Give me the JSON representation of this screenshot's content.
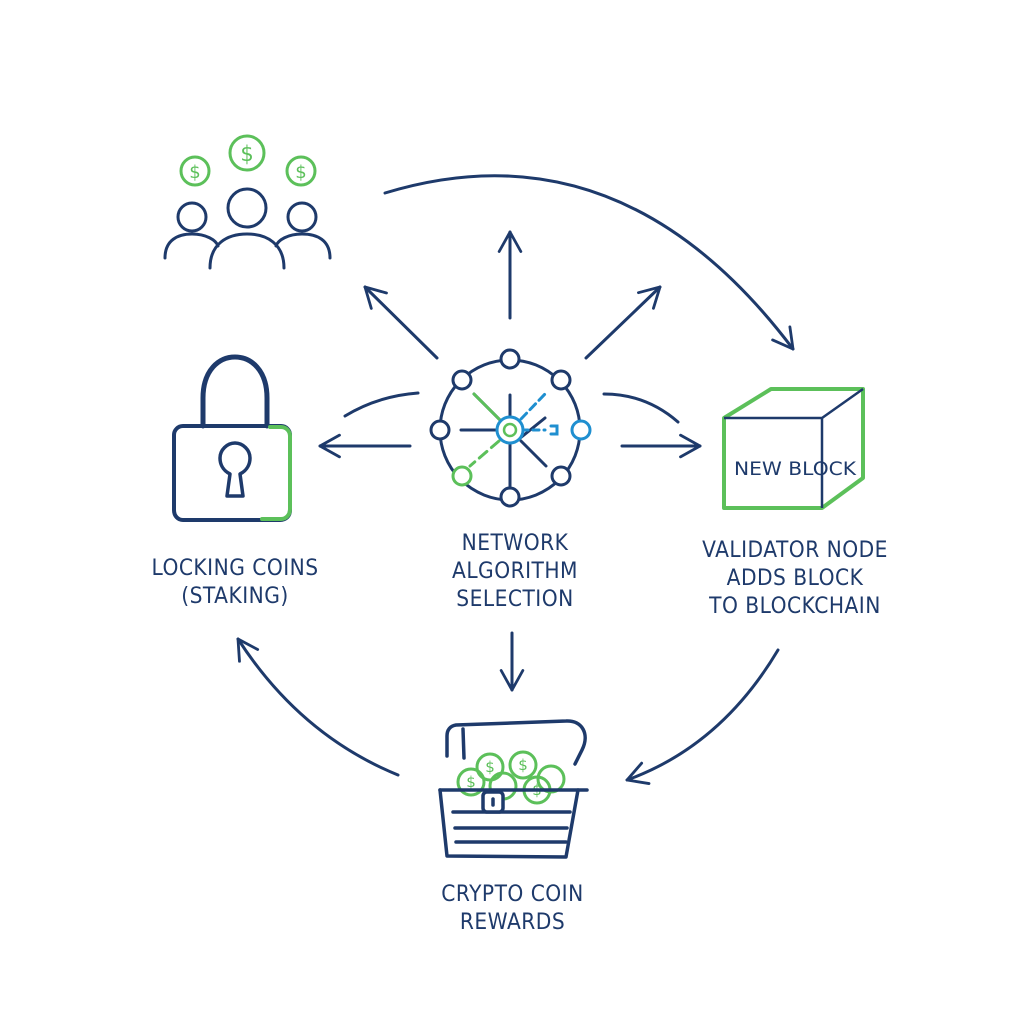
{
  "colors": {
    "navy": "#1e3a6b",
    "green": "#5cc05a",
    "blue": "#1f8fd0",
    "background": "#ffffff"
  },
  "steps": {
    "staking": {
      "label": "LOCKING COINS\n(STAKING)",
      "icon": "padlock-icon"
    },
    "selection": {
      "label": "NETWORK\nALGORITHM\nSELECTION",
      "icon": "network-nodes-icon"
    },
    "validation": {
      "label": "VALIDATOR NODE\nADDS BLOCK\nTO BLOCKCHAIN",
      "icon": "cube-block-icon",
      "block_text": "NEW BLOCK"
    },
    "rewards": {
      "label": "CRYPTO COIN\nREWARDS",
      "icon": "treasure-chest-icon"
    },
    "stakeholders": {
      "icon": "people-with-coins-icon"
    }
  }
}
